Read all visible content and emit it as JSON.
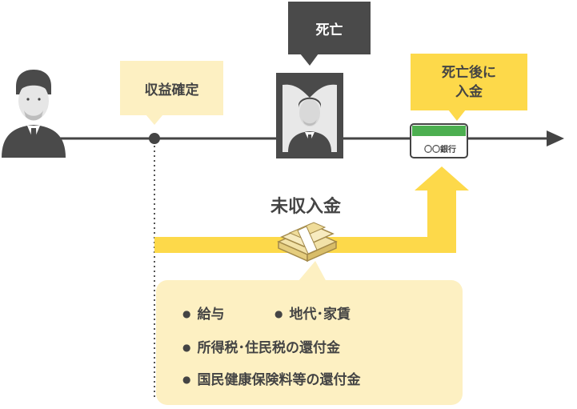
{
  "labels": {
    "death": "死亡",
    "income_fixed": "収益確定",
    "after_death_line1": "死亡後に",
    "after_death_line2": "入金",
    "bank": "〇〇銀行",
    "uncollected": "未収入金"
  },
  "items": [
    "給与",
    "地代･家賃",
    "所得税･住民税の還付金",
    "国民健康保険料等の還付金"
  ],
  "colors": {
    "timeline": "#444444",
    "yellow_arrow": "#fdd94a",
    "callout_bg": "#fdf0c2",
    "dark_label": "#4a4a4a",
    "bank_green": "#4caf50"
  }
}
